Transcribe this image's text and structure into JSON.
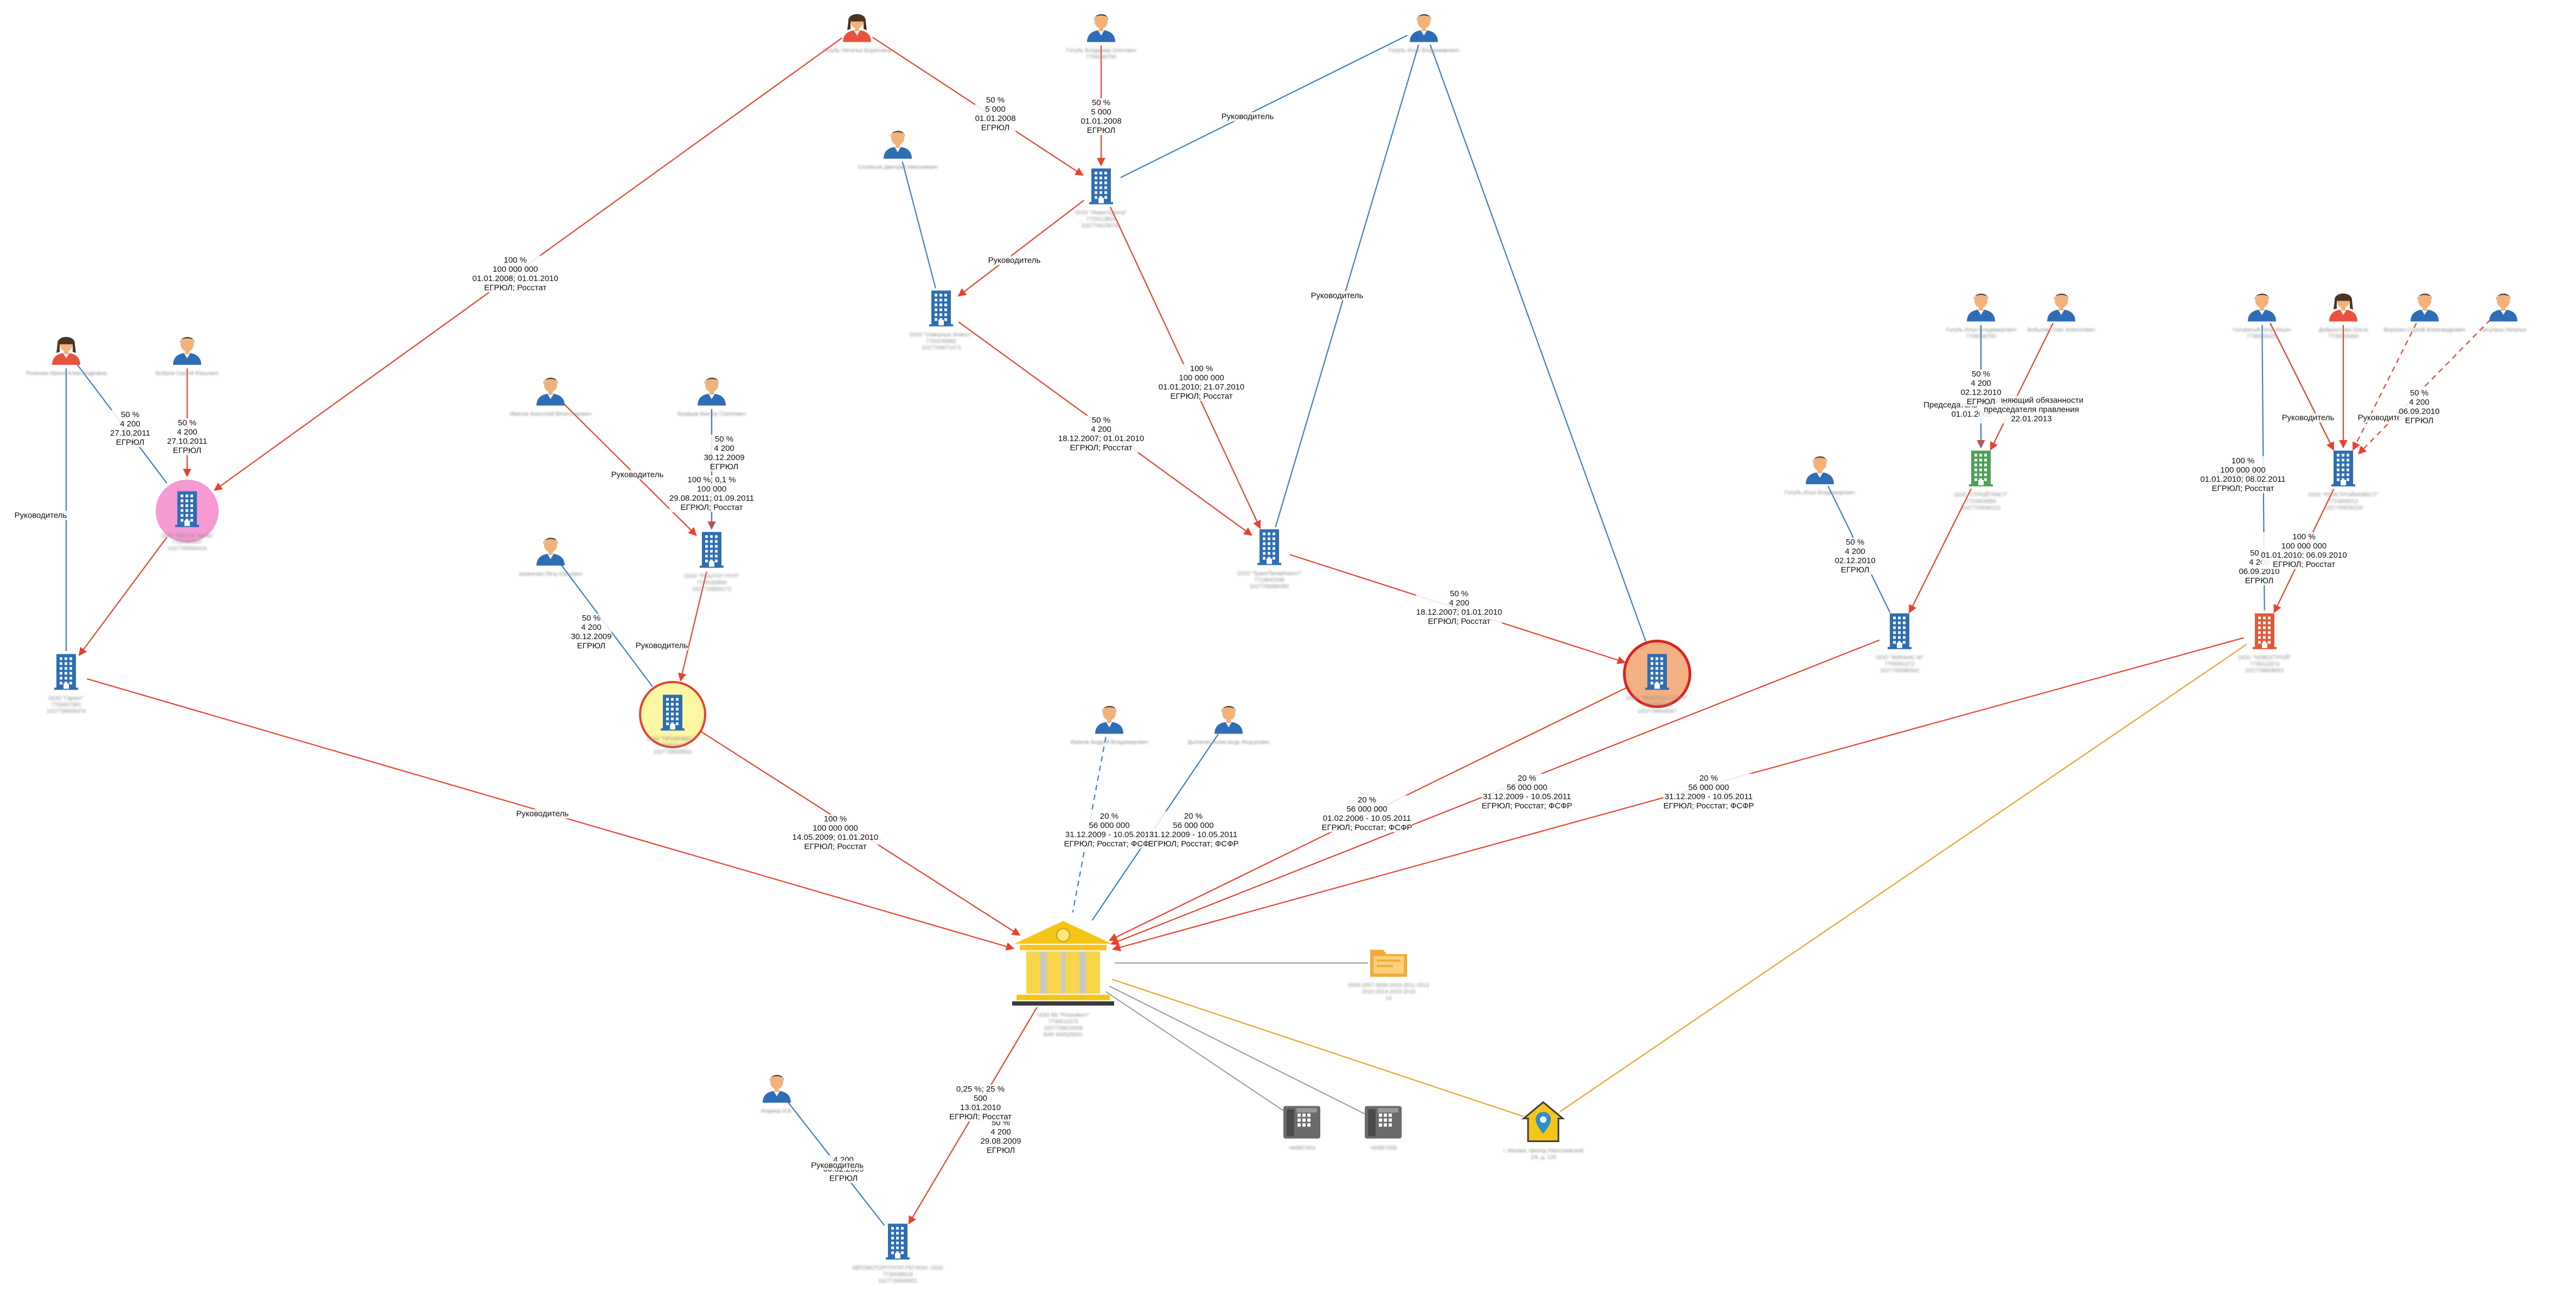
{
  "nodes": [
    {
      "id": "bank",
      "kind": "bank",
      "caption": [
        "ООО КБ \"Росинвест\"",
        "7736011573",
        "1027739019208",
        "БИК 044525001"
      ]
    },
    {
      "id": "c_sever",
      "kind": "company",
      "color": "#2d6db3",
      "caption": [
        "ООО \"Северные Инвест\"",
        "7704246982",
        "1027700071473"
      ]
    },
    {
      "id": "c_mid",
      "kind": "company",
      "color": "#2d6db3",
      "caption": [
        "ООО \"Альфастрой\"",
        "7702381409",
        "1027700052190"
      ]
    },
    {
      "id": "c_invest",
      "kind": "company",
      "color": "#2d6db3",
      "caption": [
        "ООО \"ИнвестЦентр\"",
        "7725113820",
        "1027700158741"
      ]
    },
    {
      "id": "c_trans",
      "kind": "company",
      "color": "#2d6db3",
      "caption": [
        "ООО \"ТрансПромИнвест\"",
        "7716542038",
        "1027700084390"
      ]
    },
    {
      "id": "c_pink",
      "kind": "company",
      "color": "#2d6db3",
      "ring": "pink",
      "caption": [
        "ООО \"Восток-Трейд\"",
        "7702480847",
        "1027700093418"
      ]
    },
    {
      "id": "c_left",
      "kind": "company",
      "color": "#2d6db3",
      "caption": [
        "ООО \"Гарант\"",
        "7703407681",
        "1027739006474"
      ]
    },
    {
      "id": "c_realty",
      "kind": "company",
      "color": "#2d6db3",
      "caption": [
        "ООО \"РЕАЛТИ ГРУП\"",
        "7728183990",
        "1027739009172"
      ]
    },
    {
      "id": "c_yellow",
      "kind": "company",
      "color": "#2d6db3",
      "ring": "yellow",
      "caption": [
        "ООО \"ПРОИНВЕСТ\"",
        "7733016471",
        "1027739009931"
      ]
    },
    {
      "id": "c_orange",
      "kind": "company",
      "color": "#2d6db3",
      "ring": "orange",
      "caption": [
        "ООО \"ЛЕКСТОН СТАРТ\"",
        "7713284905",
        "1027739004347"
      ]
    },
    {
      "id": "c_green",
      "kind": "company",
      "color": "#4ea05a",
      "caption": [
        "ООО \"СТРОЙТРАСТ\"",
        "7724804956",
        "1027700036212"
      ]
    },
    {
      "id": "c_finance",
      "kind": "company",
      "color": "#2d6db3",
      "caption": [
        "ООО \"ФИНАНС-М\"",
        "7705091072",
        "1027700080342"
      ]
    },
    {
      "id": "c_right",
      "kind": "company",
      "color": "#2d6db3",
      "caption": [
        "ООО \"РЕМСТРОЙИНВЕСТ\"",
        "7724805012",
        "1027700036234"
      ]
    },
    {
      "id": "c_red",
      "kind": "company",
      "color": "#e05a3a",
      "caption": [
        "ООО \"НОВОСТРОЙ\"",
        "7736111873",
        "1027739008001"
      ]
    },
    {
      "id": "c_bottom",
      "kind": "company",
      "color": "#2d6db3",
      "caption": [
        "АВТОМОТОРГРУПП-РЕГИОН, ООО",
        "7730038519",
        "1027739008001"
      ]
    },
    {
      "id": "p_w_top",
      "kind": "person",
      "gender": "f",
      "caption": [
        "Голубь Наталья Борисовна"
      ]
    },
    {
      "id": "p_m_top",
      "kind": "person",
      "gender": "m",
      "caption": [
        "Голубь Владимир Олегович",
        "7709348700"
      ]
    },
    {
      "id": "p_m_topr",
      "kind": "person",
      "gender": "m",
      "caption": [
        "Голубь Илья Владимирович"
      ]
    },
    {
      "id": "p_m_dir1",
      "kind": "person",
      "gender": "m",
      "caption": [
        "Соловьев Дмитрий Николаевич"
      ]
    },
    {
      "id": "p_w_left",
      "kind": "person",
      "gender": "f",
      "caption": [
        "Рогачева Ирина Александровна"
      ]
    },
    {
      "id": "p_m_left",
      "kind": "person",
      "gender": "m",
      "caption": [
        "Бобров Сергей Юрьевич"
      ]
    },
    {
      "id": "p_m_mid1",
      "kind": "person",
      "gender": "m",
      "caption": [
        "Иванов Анатолий Вячеславович"
      ]
    },
    {
      "id": "p_m_mid2",
      "kind": "person",
      "gender": "m",
      "caption": [
        "Кравцов Виктор Сергеевич"
      ]
    },
    {
      "id": "p_m_mid3",
      "kind": "person",
      "gender": "m",
      "caption": [
        "Шевченко Петр Юрьевич"
      ]
    },
    {
      "id": "p_m_b1",
      "kind": "person",
      "gender": "m",
      "caption": [
        "Иванов Андрей Владимирович"
      ]
    },
    {
      "id": "p_m_b2",
      "kind": "person",
      "gender": "m",
      "caption": [
        "Дьяченко Александр Федорович"
      ]
    },
    {
      "id": "p_m_g1",
      "kind": "person",
      "gender": "m",
      "caption": [
        "Голубь Илья Владимирович",
        "7709348700"
      ]
    },
    {
      "id": "p_m_g2",
      "kind": "person",
      "gender": "m",
      "caption": [
        "Бобылев Олег Алексеевич"
      ]
    },
    {
      "id": "p_m_fin",
      "kind": "person",
      "gender": "m",
      "caption": [
        "Голубь Илья Владимирович"
      ]
    },
    {
      "id": "p_m_r1",
      "kind": "person",
      "gender": "m",
      "caption": [
        "Головатый Петр Ильич",
        "7735503420"
      ]
    },
    {
      "id": "p_w_r2",
      "kind": "person",
      "gender": "f",
      "caption": [
        "Доброхотова Ольга",
        "7735503460"
      ]
    },
    {
      "id": "p_m_r3",
      "kind": "person",
      "gender": "m",
      "caption": [
        "Воронин Сергей Александрович"
      ]
    },
    {
      "id": "p_m_r4",
      "kind": "person",
      "gender": "m",
      "caption": [
        "Затулина Наталья"
      ]
    },
    {
      "id": "p_m_bot",
      "kind": "person",
      "gender": "m",
      "caption": [
        "Агарков И.В."
      ]
    },
    {
      "id": "doc",
      "kind": "folder",
      "caption": [
        "0000-2007-0000-2010-2011-2013",
        "2010-2014-2015-2016",
        "16"
      ]
    },
    {
      "id": "phone1",
      "kind": "phone",
      "caption": [
        "+84957654"
      ]
    },
    {
      "id": "phone2",
      "kind": "phone",
      "caption": [
        "+84957655"
      ]
    },
    {
      "id": "address",
      "kind": "address",
      "caption": [
        "г. Москва, проезд Николаевский",
        "1/8, д. 128"
      ]
    }
  ],
  "edges": [
    {
      "from": "p_w_top",
      "to": "c_invest",
      "kind": "own",
      "label": [
        "50 %",
        "5 000",
        "01.01.2008",
        "ЕГРЮЛ"
      ]
    },
    {
      "from": "p_m_top",
      "to": "c_invest",
      "kind": "own",
      "label": [
        "50 %",
        "5 000",
        "01.01.2008",
        "ЕГРЮЛ"
      ]
    },
    {
      "from": "p_m_topr",
      "to": "c_invest",
      "kind": "dir",
      "label": [
        "Руководитель"
      ]
    },
    {
      "from": "p_m_topr",
      "to": "c_trans",
      "kind": "dir",
      "label": [
        "Руководитель"
      ]
    },
    {
      "from": "p_m_topr",
      "to": "c_orange",
      "kind": "dir",
      "label": [
        "Руководитель"
      ]
    },
    {
      "from": "p_m_dir1",
      "to": "c_sever",
      "kind": "dir",
      "label": [
        "Руководитель"
      ]
    },
    {
      "from": "c_invest",
      "to": "c_sever",
      "kind": "own",
      "label": [
        "100 %",
        "100 000 000",
        "01.01.2010; 21.07.2010",
        "ЕГРЮЛ; Росстат"
      ]
    },
    {
      "from": "c_invest",
      "to": "c_trans",
      "kind": "own",
      "label": [
        "50 %",
        "4 200",
        "18.12.2007; 01.01.2010",
        "ЕГРЮЛ; Росстат"
      ]
    },
    {
      "from": "c_sever",
      "to": "c_trans",
      "kind": "own",
      "label": [
        "50 %",
        "4 200",
        "18.12.2007; 01.01.2010",
        "ЕГРЮЛ; Росстат"
      ]
    },
    {
      "from": "c_trans",
      "to": "c_orange",
      "kind": "own",
      "label": [
        "100 %",
        "100 000 000",
        "01.01.2008; 01.01.2010",
        "ЕГРЮЛ; Росстат"
      ]
    },
    {
      "from": "p_w_top",
      "to": "c_pink",
      "kind": "own",
      "label": [
        "50 %",
        "4 200",
        "27.10.2011",
        "ЕГРЮЛ"
      ]
    },
    {
      "from": "p_m_left",
      "to": "c_pink",
      "kind": "own",
      "label": [
        "50 %",
        "4 200",
        "27.10.2011",
        "ЕГРЮЛ"
      ]
    },
    {
      "from": "p_w_left",
      "to": "c_pink",
      "kind": "dir",
      "label": [
        "Руководитель"
      ]
    },
    {
      "from": "p_w_left",
      "to": "c_left",
      "kind": "dir",
      "label": [
        "Руководитель"
      ]
    },
    {
      "from": "c_pink",
      "to": "c_left",
      "kind": "own",
      "label": [
        "100 %; 0,1 %",
        "100 000",
        "29.08.2011; 01.09.2011",
        "ЕГРЮЛ; Росстат"
      ]
    },
    {
      "from": "p_m_mid1",
      "to": "c_realty",
      "kind": "own",
      "label": [
        "50 %",
        "4 200",
        "30.12.2009",
        "ЕГРЮЛ"
      ]
    },
    {
      "from": "p_m_mid2",
      "to": "c_realty",
      "kind": "own",
      "label": [
        "50 %",
        "4 200",
        "30.12.2009",
        "ЕГРЮЛ"
      ]
    },
    {
      "from": "p_m_mid2",
      "to": "c_realty",
      "kind": "dir",
      "label": [
        "Руководитель"
      ]
    },
    {
      "from": "p_m_mid3",
      "to": "c_yellow",
      "kind": "dir",
      "label": [
        "Руководитель"
      ]
    },
    {
      "from": "c_realty",
      "to": "c_yellow",
      "kind": "own",
      "label": [
        "100 %",
        "100 000 000",
        "14.05.2009; 01.01.2010",
        "ЕГРЮЛ; Росстат"
      ]
    },
    {
      "from": "c_left",
      "to": "bank",
      "kind": "own",
      "label": [
        "20 %",
        "56 000 000",
        "01.02.2006 - 10.05.2011",
        "ЕГРЮЛ; Росстат; ФСФР"
      ]
    },
    {
      "from": "c_yellow",
      "to": "bank",
      "kind": "own",
      "label": [
        "20 %",
        "56 000 000",
        "31.12.2009 - 10.05.2011",
        "ЕГРЮЛ; Росстат; ФСФР"
      ]
    },
    {
      "from": "c_orange",
      "to": "bank",
      "kind": "own",
      "label": [
        "20 %",
        "56 000 000",
        "31.12.2009 - 10.05.2011",
        "ЕГРЮЛ; Росстат; ФСФР"
      ]
    },
    {
      "from": "c_finance",
      "to": "bank",
      "kind": "own",
      "label": [
        "20 %",
        "56 000 000",
        "31.12.2009 - 10.05.2011",
        "ЕГРЮЛ; Росстат; ФСФР"
      ]
    },
    {
      "from": "c_red",
      "to": "bank",
      "kind": "own",
      "label": [
        "20 %",
        "56 000 000",
        "31.12.2009 - 10.05.2011",
        "ЕГРЮЛ; Росстат; ФСФР"
      ]
    },
    {
      "from": "p_m_b1",
      "to": "bank",
      "kind": "dir_dash",
      "label": [
        "Председатель правления",
        "01.01.2009"
      ]
    },
    {
      "from": "p_m_b2",
      "to": "bank",
      "kind": "dir",
      "label": [
        "Исполняющий обязанности",
        "председателя правления",
        "22.01.2013"
      ]
    },
    {
      "from": "p_m_g1",
      "to": "c_green",
      "kind": "own",
      "label": [
        "50 %",
        "4 200",
        "02.12.2010",
        "ЕГРЮЛ"
      ]
    },
    {
      "from": "p_m_g2",
      "to": "c_green",
      "kind": "own",
      "label": [
        "50 %",
        "4 200",
        "02.12.2010",
        "ЕГРЮЛ"
      ]
    },
    {
      "from": "p_m_g1",
      "to": "c_green",
      "kind": "dir",
      "label": []
    },
    {
      "from": "p_m_fin",
      "to": "c_finance",
      "kind": "dir",
      "label": [
        "Руководитель"
      ]
    },
    {
      "from": "c_green",
      "to": "c_finance",
      "kind": "own",
      "label": [
        "100 %",
        "100 000 000",
        "01.01.2010; 08.02.2011",
        "ЕГРЮЛ; Росстат"
      ]
    },
    {
      "from": "p_m_r1",
      "to": "c_right",
      "kind": "dir",
      "label": [
        "Руководитель"
      ]
    },
    {
      "from": "p_m_r1",
      "to": "c_red",
      "kind": "dir",
      "label": [
        "Руководитель"
      ]
    },
    {
      "from": "p_m_r1",
      "to": "c_right",
      "kind": "own",
      "label": [
        "50 %",
        "4 200",
        "06.09.2010",
        "ЕГРЮЛ"
      ]
    },
    {
      "from": "p_w_r2",
      "to": "c_right",
      "kind": "own",
      "label": [
        "50 %",
        "4 200",
        "06.09.2010",
        "ЕГРЮЛ"
      ]
    },
    {
      "from": "p_m_r3",
      "to": "c_right",
      "kind": "own_dash",
      "label": [
        "50 %",
        "4 200",
        "29.08.2009",
        "ЕГРЮЛ"
      ]
    },
    {
      "from": "p_m_r4",
      "to": "c_right",
      "kind": "own_dash",
      "label": [
        "4 200",
        "06.02.2009",
        "ЕГРЮЛ"
      ]
    },
    {
      "from": "c_right",
      "to": "c_red",
      "kind": "own",
      "label": [
        "100 %",
        "100 000 000",
        "01.01.2010; 06.09.2010",
        "ЕГРЮЛ; Росстат"
      ]
    },
    {
      "from": "bank",
      "to": "c_bottom",
      "kind": "own",
      "label": [
        "0,25 %; 25 %",
        "500",
        "13.01.2010",
        "ЕГРЮЛ; Росстат"
      ]
    },
    {
      "from": "p_m_bot",
      "to": "c_bottom",
      "kind": "dir",
      "label": [
        "Руководитель"
      ]
    },
    {
      "from": "bank",
      "to": "doc",
      "kind": "gray",
      "label": []
    },
    {
      "from": "bank",
      "to": "phone1",
      "kind": "gray",
      "label": []
    },
    {
      "from": "bank",
      "to": "phone2",
      "kind": "gray",
      "label": []
    },
    {
      "from": "bank",
      "to": "address",
      "kind": "addr",
      "label": []
    },
    {
      "from": "c_red",
      "to": "address",
      "kind": "addr",
      "label": []
    }
  ],
  "colors": {
    "own": "#e8412e",
    "dir": "#3d7ec0",
    "gray": "#9a9a9a",
    "addr": "#f0a030",
    "pink": "#f59ad3",
    "yellow": "#fdf6a3",
    "orange": "#f3b083",
    "ring_red": "#e02020",
    "ring_yellow": "#e8412e"
  }
}
